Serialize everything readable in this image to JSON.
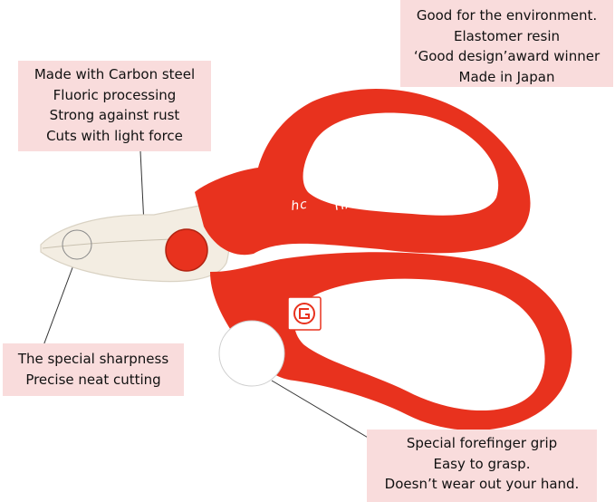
{
  "callouts": {
    "environment": [
      "Good for the environment.",
      "Elastomer resin",
      "‘Good design’award winner",
      "Made in Japan"
    ],
    "steel": [
      "Made with Carbon steel",
      "Fluoric processing",
      "Strong against rust",
      "Cuts with light force"
    ],
    "sharpness": [
      "The special sharpness",
      "Precise neat cutting"
    ],
    "grip": [
      "Special forefinger grip",
      "Easy to grasp.",
      "Doesn’t wear out your hand."
    ]
  },
  "product": {
    "brand_logo": "hc",
    "brand_name": "HAND CREATION—F",
    "handle_color": "#e8321e",
    "blade_color": "#f3ede2"
  }
}
